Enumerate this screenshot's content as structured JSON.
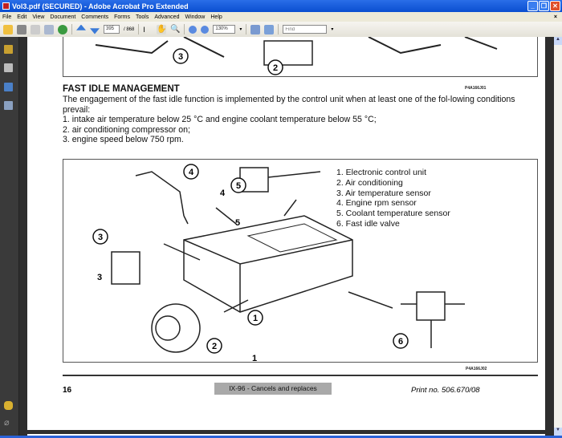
{
  "window": {
    "title": "Vol3.pdf (SECURED) - Adobe Acrobat Pro Extended"
  },
  "menu": [
    "File",
    "Edit",
    "View",
    "Document",
    "Comments",
    "Forms",
    "Tools",
    "Advanced",
    "Window",
    "Help"
  ],
  "toolbar": {
    "page_current": "395",
    "page_total": "/ 868",
    "zoom": "130%",
    "find_placeholder": "Find"
  },
  "page": {
    "heading": "FAST IDLE MANAGEMENT",
    "code1": "P4A166J01",
    "paragraph": "The engagement of the fast idle function is implemented by the control unit when at least one of the fol-lowing conditions prevail:",
    "conditions": [
      "1. intake air temperature below 25 °C and engine coolant temperature below 55 °C;",
      "2. air conditioning compressor on;",
      "3. engine speed below 750 rpm."
    ],
    "legend": [
      "1.  Electronic control unit",
      "2.  Air conditioning",
      "3.  Air temperature sensor",
      "4.  Engine rpm sensor",
      "5.  Coolant temperature sensor",
      "6.  Fast idle valve"
    ],
    "callouts": [
      "1",
      "2",
      "3",
      "4",
      "5",
      "6"
    ],
    "top_callouts": [
      "3",
      "2"
    ],
    "code2": "P4A166J02",
    "page_number": "16",
    "cancels": "IX-96 - Cancels and replaces",
    "print_no": "Print no. 506.670/08"
  }
}
